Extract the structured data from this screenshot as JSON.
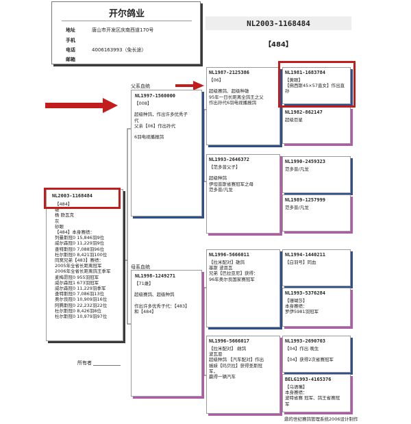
{
  "header": {
    "company": "开尔鸽业",
    "address_label": "地址",
    "address": "唐山市开发区庆南西道170号",
    "mobile_label": "手机",
    "mobile": "",
    "phone_label": "电话",
    "phone": "4006163993（免长途）",
    "email_label": "邮箱",
    "email": ""
  },
  "pigeon": {
    "ring": "NL2003-1168484",
    "name": "【484】"
  },
  "subject": {
    "ring": "NL2003-1168484",
    "lines": [
      "【484】",
      "雄",
      "杨 欧瓦克",
      "灰",
      "砂眼",
      "【484】本身赛绩：",
      "列曼斯冠0 15,846羽9位",
      "威尔森冠0 11,229羽9位",
      "查特斯冠0 7,088羽96位",
      "杜尔斯冠0 8,421羽100位",
      "同窝兄弟【483】赛绩：",
      "2005年全省长距离冠军",
      "2006年全省长距离鸽王季军",
      "麦梅昂冠0 955羽冠军",
      "威尔森冠1 673羽冠军",
      "威尔森冠0 11,229羽季军",
      "查特斯冠0 7,086羽13位",
      "奥尔良冠0 10,909羽16位",
      "阿腾斯冠0 22,232羽22位",
      "杜尔斯冠0 8,426羽8位",
      "杜尔斯冠0 10,979羽97位"
    ],
    "owner_label": "所有者"
  },
  "labels": {
    "sire_line": "父系血统",
    "dam_line": "母系血统",
    "footer": "鼎的世纪赛鸽管理系统2006设计制作"
  },
  "sire": {
    "ring": "NL1997-1560000",
    "lines": [
      "【008】",
      "",
      "超级种鸽，作出许多优秀子",
      "代",
      "父亲【06】作出孙代",
      "",
      "6羽电视播报鸽"
    ]
  },
  "dam": {
    "ring": "NL1998-1249271",
    "lines": [
      "【71雌】",
      "",
      "超级赛鸽、超级种鸽",
      "",
      "作出许多优秀子代：【483】",
      "和【484】"
    ]
  },
  "sire_sire": {
    "ring": "NL1987-2125386",
    "lines": [
      "【06】",
      "",
      "超级赛鸽、超级种雄",
      "95年一日长距离全鸽王之父",
      "作出孙代6羽电视播报鸽"
    ]
  },
  "sire_dam": {
    "ring": "NL1993-2646372",
    "lines": [
      "【范多普父子】",
      "",
      "超级种鸽",
      "伊坦普斯省赛冠军之母",
      "范多普/凡龙"
    ]
  },
  "dam_sire": {
    "ring": "NL1996-5666011",
    "lines": [
      "【拉米配对】雄鸽",
      "  基斯 波恩瓦",
      "兄弟【巴拉亚尼】获得：",
      "96年奥尔良国家赛冠军"
    ]
  },
  "dam_dam": {
    "ring": "NL1996-5666017",
    "lines": [
      "【拉米配对】 雌鸽",
      "  波瓦恩",
      "超级种鸽 【汽车配对】作出",
      "姊妹【玛贝拉】获得圣斯冠",
      "军，",
      "赢得一辆汽车"
    ]
  },
  "ss_s": {
    "ring": "NL1981-1683784",
    "lines": [
      "【黄眼】",
      "【佛西斯45×57直女】作出直",
      "孙"
    ]
  },
  "ss_d": {
    "ring": "NL1982-862147",
    "lines": [
      "超级巨星"
    ]
  },
  "sd_s": {
    "ring": "NL1990-2459323",
    "lines": [
      "范多普/凡龙"
    ]
  },
  "sd_d": {
    "ring": "NL1989-1257999",
    "lines": [
      "范多普/凡龙"
    ]
  },
  "ds_s": {
    "ring": "NL1994-1440211",
    "lines": [
      "【白羽号】同血"
    ]
  },
  "ds_d": {
    "ring": "NL1993-5376284",
    "lines": [
      "【珊瑚莎】",
      "本身赛绩：",
      "罗伊5981羽冠军"
    ]
  },
  "dd_s": {
    "ring": "NL1993-2690703",
    "lines": [
      "【04】作出 晚生",
      "",
      "【04】获得2次省赛冠军"
    ]
  },
  "dd_d": {
    "ring": "BELG1993-4165376",
    "lines": [
      "【乌语嘴】",
      "本身赛绩：",
      "波特省赛 冠军、鸽王省赛冠",
      "军"
    ]
  }
}
